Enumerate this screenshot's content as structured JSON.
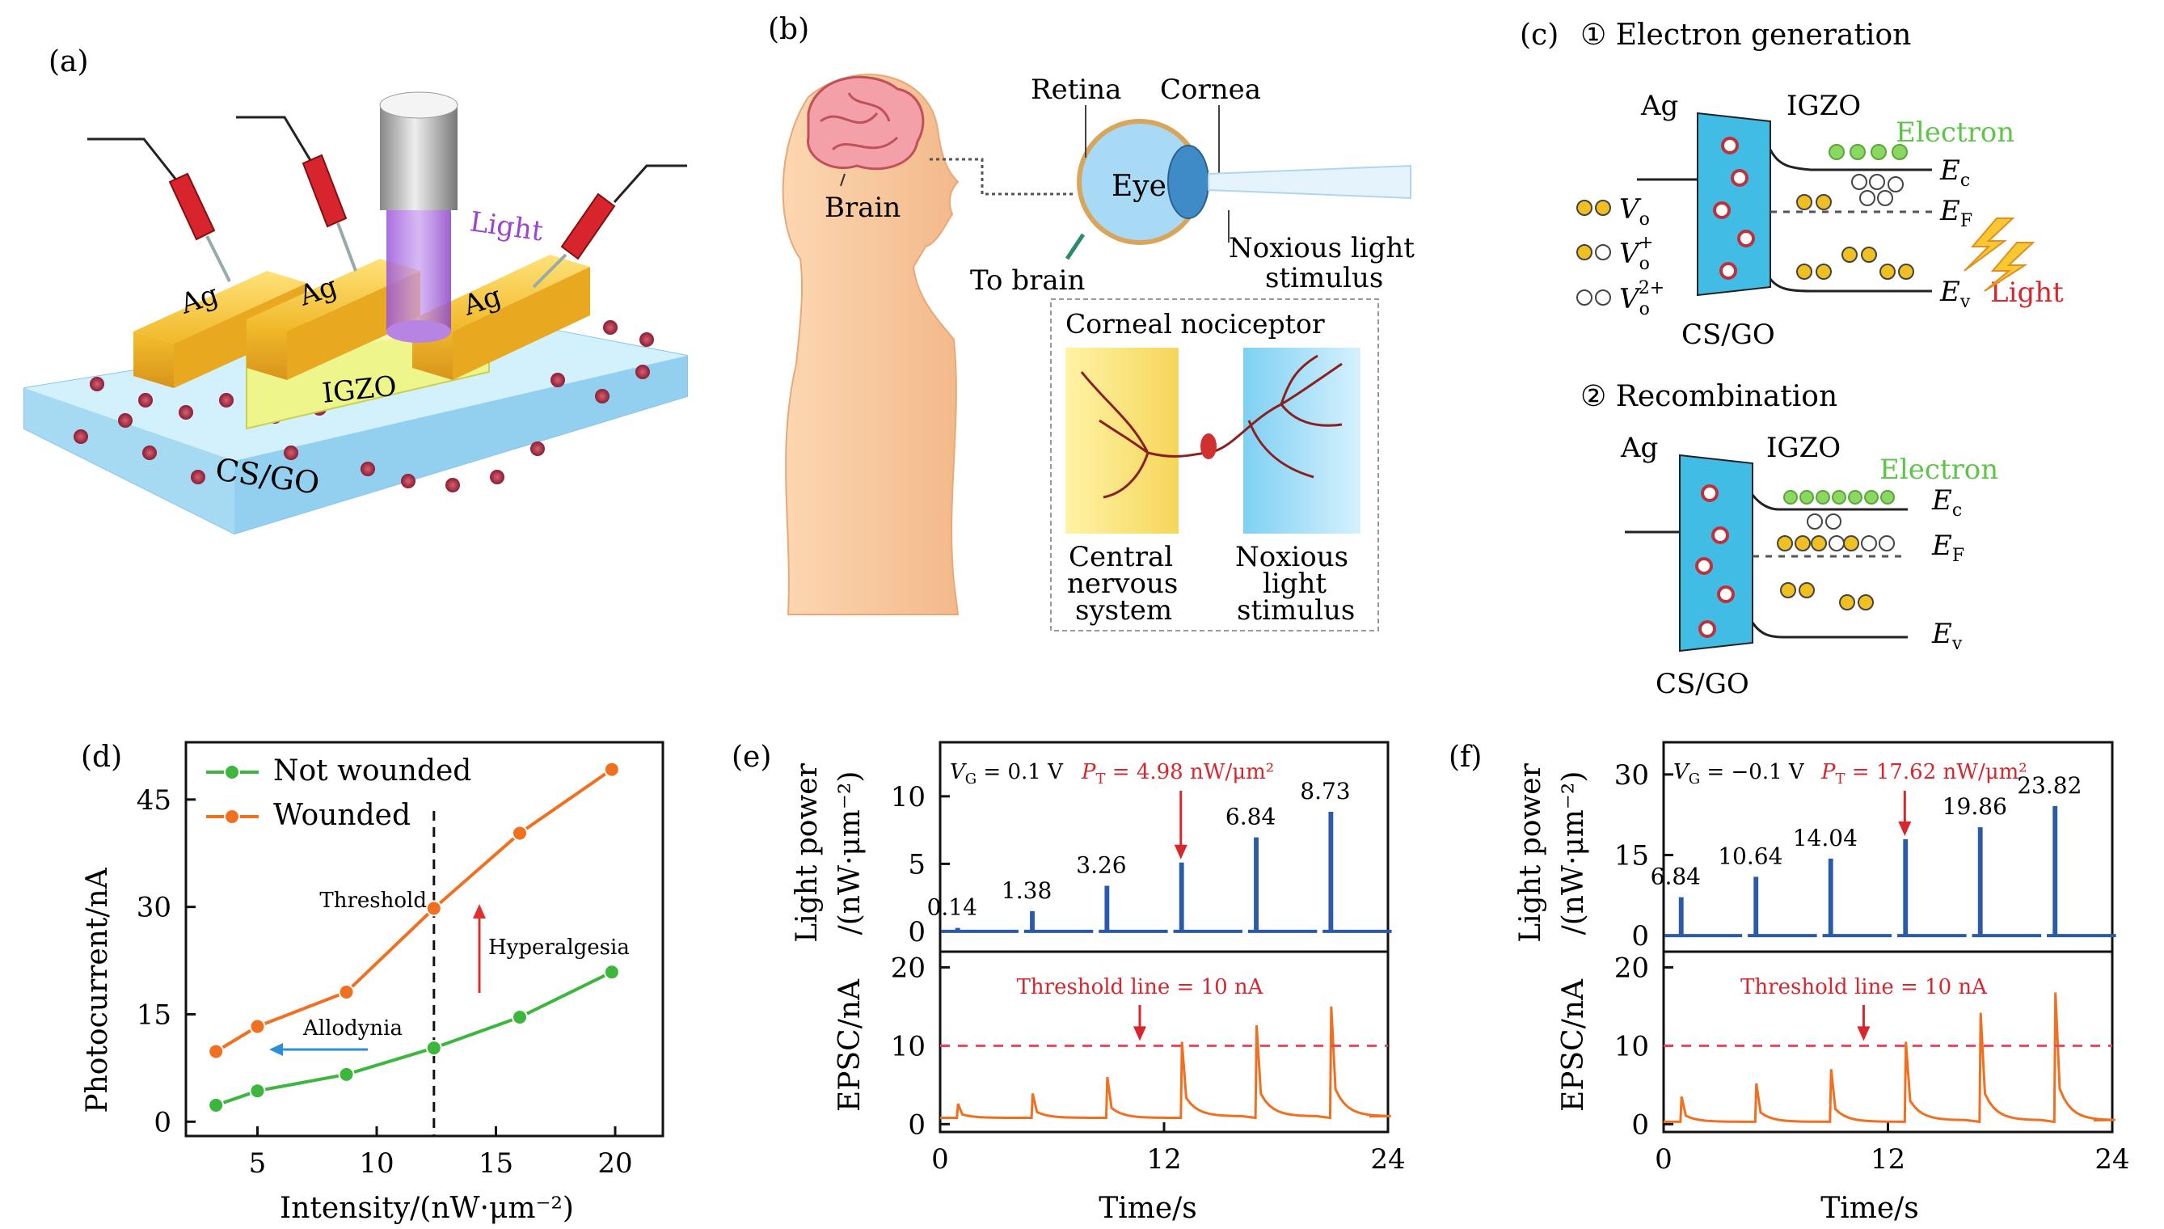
{
  "panels": {
    "a": {
      "label": "(a)",
      "electrode": "Ag",
      "channel": "IGZO",
      "substrate": "CS/GO",
      "light": "Light"
    },
    "b": {
      "label": "(b)",
      "retina": "Retina",
      "cornea": "Cornea",
      "eye": "Eye",
      "brain": "Brain",
      "to_brain": "To brain",
      "noxious1": "Noxious light",
      "noxious2": "stimulus",
      "nociceptor": "Corneal nociceptor",
      "cns1": "Central",
      "cns2": "nervous",
      "cns3": "system",
      "nls1": "Noxious",
      "nls2": "light",
      "nls3": "stimulus"
    },
    "c": {
      "label": "(c)",
      "step1": "① Electron generation",
      "step2": "② Recombination",
      "ag": "Ag",
      "igzo": "IGZO",
      "csgo": "CS/GO",
      "electron": "Electron",
      "light": "Light",
      "ec": "E",
      "ec_sub": "c",
      "ef": "E",
      "ef_sub": "F",
      "ev": "E",
      "ev_sub": "v",
      "vo": "V",
      "vo_sub": "o",
      "vo_plus": "+",
      "vo2_plus": "2+"
    }
  },
  "chart_data": [
    {
      "panel": "(d)",
      "type": "line",
      "xlabel": "Intensity/(nW·μm⁻²)",
      "ylabel": "Photocurrent/nA",
      "xlim": [
        2,
        22
      ],
      "ylim": [
        -2,
        53
      ],
      "xticks": [
        5,
        10,
        15,
        20
      ],
      "yticks": [
        0,
        15,
        30,
        45
      ],
      "series": [
        {
          "name": "Not wounded",
          "color": "#3cb63c",
          "x": [
            3.26,
            5.0,
            8.73,
            12.4,
            16.0,
            19.86
          ],
          "y": [
            2.3,
            4.3,
            6.6,
            10.3,
            14.6,
            20.9
          ]
        },
        {
          "name": "Wounded",
          "color": "#f07020",
          "x": [
            3.26,
            5.0,
            8.73,
            12.4,
            16.0,
            19.86
          ],
          "y": [
            9.8,
            13.3,
            18.1,
            29.8,
            40.3,
            49.2
          ]
        }
      ],
      "threshold_x": 12.4,
      "annotations": {
        "threshold": "Threshold",
        "hyperalgesia": "Hyperalgesia",
        "allodynia": "Allodynia"
      },
      "legend": "top-left"
    },
    {
      "panel": "(e)",
      "type": "line",
      "xlabel": "Time/s",
      "xlim": [
        0,
        24
      ],
      "xticks": [
        0,
        12,
        24
      ],
      "top": {
        "ylabel1": "Light power",
        "ylabel2": "/(nW·μm⁻²)",
        "ylim": [
          -1.5,
          14
        ],
        "yticks": [
          0,
          5,
          10
        ],
        "vg": "V",
        "vg_sub": "G",
        "vg_val": " = 0.1 V",
        "pt": "P",
        "pt_sub": "T",
        "pt_val": " = 4.98 nW/μm²",
        "pulse_times": [
          0.9,
          4.9,
          8.9,
          12.9,
          16.9,
          20.9
        ],
        "pulse_heights": [
          0.14,
          1.38,
          3.26,
          4.98,
          6.84,
          8.73
        ],
        "pulse_labels": [
          "0.14",
          "1.38",
          "3.26",
          "",
          "6.84",
          "8.73"
        ],
        "color": "#2a5aa8"
      },
      "bottom": {
        "ylabel": "EPSC/nA",
        "ylim": [
          -1,
          22
        ],
        "yticks": [
          0,
          10,
          20
        ],
        "threshold": 10,
        "threshold_label": "Threshold line = 10 nA",
        "peaks": [
          2.6,
          3.9,
          6.0,
          10.5,
          12.6,
          15.0
        ],
        "base": 0.8,
        "color": "#f07020"
      }
    },
    {
      "panel": "(f)",
      "type": "line",
      "xlabel": "Time/s",
      "xlim": [
        0,
        24
      ],
      "xticks": [
        0,
        12,
        24
      ],
      "top": {
        "ylabel1": "Light power",
        "ylabel2": "/(nW·μm⁻²)",
        "ylim": [
          -3,
          36
        ],
        "yticks": [
          0,
          15,
          30
        ],
        "vg": "V",
        "vg_sub": "G",
        "vg_val": " = −0.1 V",
        "pt": "P",
        "pt_sub": "T",
        "pt_val": " = 17.62 nW/μm²",
        "pulse_times": [
          0.9,
          4.9,
          8.9,
          12.9,
          16.9,
          20.9
        ],
        "pulse_heights": [
          6.84,
          10.64,
          14.04,
          17.62,
          19.86,
          23.82
        ],
        "pulse_labels": [
          "6.84",
          "10.64",
          "14.04",
          "",
          "19.86",
          "23.82"
        ],
        "color": "#2a5aa8"
      },
      "bottom": {
        "ylabel": "EPSC/nA",
        "ylim": [
          -1,
          22
        ],
        "yticks": [
          0,
          10,
          20
        ],
        "threshold": 10,
        "threshold_label": "Threshold line = 10 nA",
        "peaks": [
          3.5,
          5.2,
          7.0,
          10.5,
          14.2,
          16.8
        ],
        "base": 0.3,
        "color": "#f07020"
      }
    }
  ]
}
